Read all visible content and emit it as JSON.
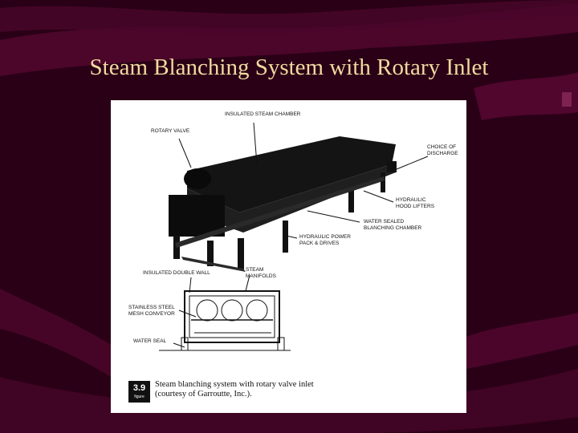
{
  "slide": {
    "title": "Steam Blanching System with Rotary Inlet",
    "colors": {
      "background": "#2a0016",
      "swoosh": "#6b0a3d",
      "title_text": "#f2d9a0"
    }
  },
  "figure": {
    "callouts": {
      "insulated_steam_chamber": "INSULATED STEAM CHAMBER",
      "rotary_valve": "ROTARY VALVE",
      "choice_of_discharge": "CHOICE OF\nDISCHARGE",
      "hydraulic_hood_lifters": "HYDRAULIC\nHOOD LIFTERS",
      "water_sealed_chamber": "WATER SEALED\nBLANCHING CHAMBER",
      "hydraulic_power_pack": "HYDRAULIC POWER\nPACK & DRIVES",
      "insulated_double_wall": "INSULATED DOUBLE WALL",
      "steam_manifolds": "STEAM\nMANIFOLDS",
      "stainless_conveyor": "STAINLESS STEEL\nMESH CONVEYOR",
      "water_seal": "WATER SEAL"
    },
    "badge": {
      "number": "3.9",
      "word": "figure"
    },
    "caption": "Steam blanching system with rotary valve inlet\n(courtesy of Garroutte, Inc.)."
  }
}
